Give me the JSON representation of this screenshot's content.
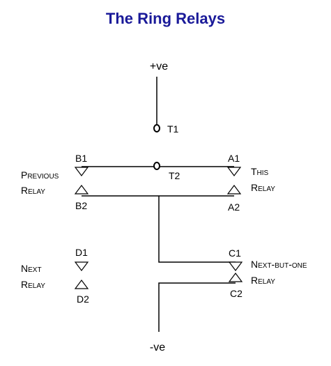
{
  "title": "The Ring Relays",
  "colors": {
    "title": "#1a1a99",
    "line": "#000000",
    "background": "#ffffff"
  },
  "terminals": {
    "positive": "+ve",
    "negative": "-ve"
  },
  "contacts": {
    "t1": "T1",
    "t2": "T2"
  },
  "points": {
    "a1": "A1",
    "a2": "A2",
    "b1": "B1",
    "b2": "B2",
    "c1": "C1",
    "c2": "C2",
    "d1": "D1",
    "d2": "D2"
  },
  "relays": {
    "previous": {
      "line1": "Previous",
      "line2": "Relay"
    },
    "this": {
      "line1": "This",
      "line2": "Relay"
    },
    "next": {
      "line1": "Next",
      "line2": "Relay"
    },
    "next_but_one": {
      "line1": "Next-but-one",
      "line2": "Relay"
    }
  }
}
